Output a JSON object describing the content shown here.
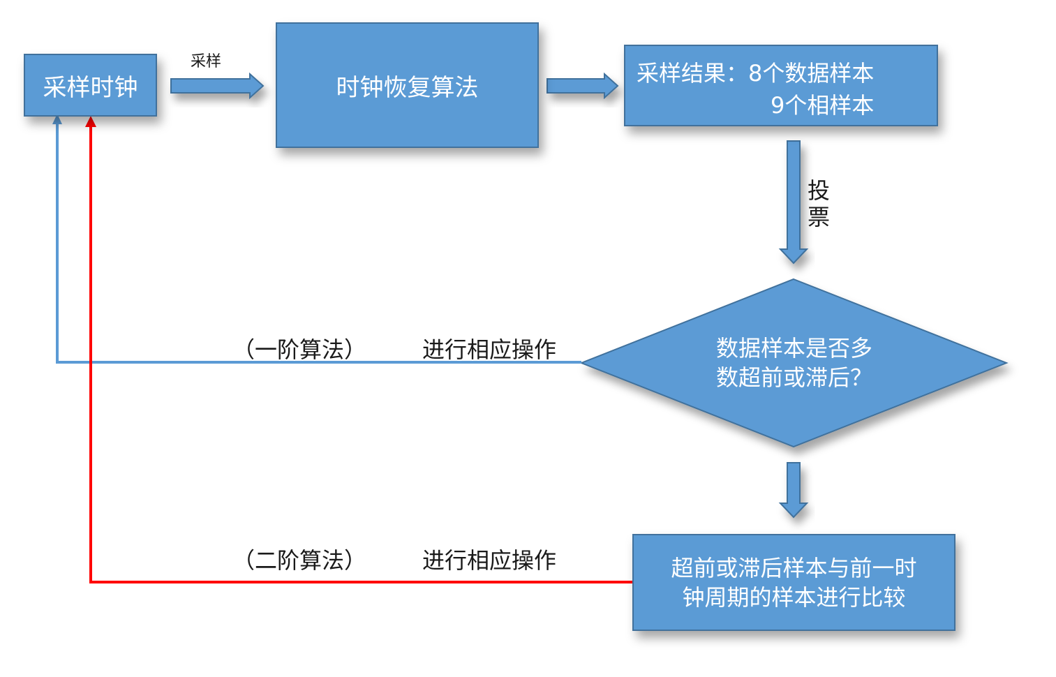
{
  "nodes": {
    "sample_clock": "采样时钟",
    "clock_recovery": "时钟恢复算法",
    "sample_result_line1": "采样结果：8个数据样本",
    "sample_result_line2": "9个相样本",
    "decision_line1": "数据样本是否多",
    "decision_line2": "数超前或滞后？",
    "compare_line1": "超前或滞后样本与前一时",
    "compare_line2": "钟周期的样本进行比较"
  },
  "edges": {
    "sample_label": "采样",
    "vote_label_1": "投",
    "vote_label_2": "票",
    "first_order_label": "（一阶算法）",
    "first_order_action": "进行相应操作",
    "second_order_label": "（二阶算法）",
    "second_order_action": "进行相应操作"
  },
  "colors": {
    "node_fill": "#5b9bd5",
    "node_border": "#41719c",
    "first_order_line": "#5b9bd5",
    "second_order_line": "#ff0000"
  }
}
